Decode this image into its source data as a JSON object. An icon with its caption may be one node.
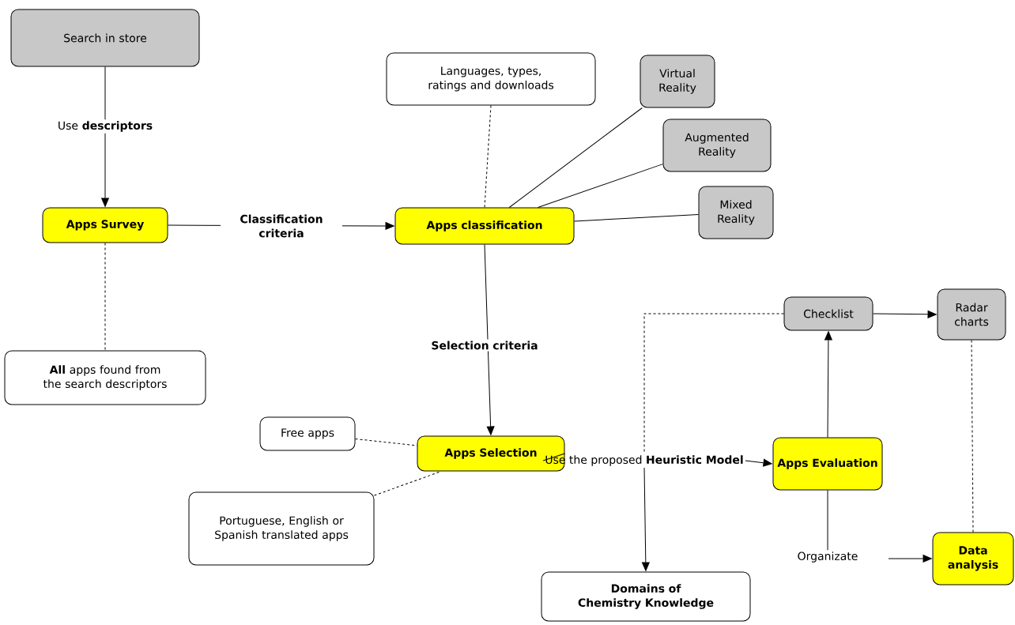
{
  "diagram": {
    "nodes": [
      {
        "text": [
          "Search in store"
        ]
      },
      {
        "text": [
          "Apps Survey"
        ]
      },
      {
        "text": [
          "**All** apps found from the search descriptors"
        ]
      },
      {
        "text": [
          "Languages, types, ratings and downloads"
        ]
      },
      {
        "text": [
          "Virtual Reality"
        ]
      },
      {
        "text": [
          "Augmented Reality"
        ]
      },
      {
        "text": [
          "Mixed Reality"
        ]
      },
      {
        "text": [
          "Apps classification"
        ]
      },
      {
        "text": [
          "Free apps"
        ]
      },
      {
        "text": [
          "Apps Selection"
        ]
      },
      {
        "text": [
          "Portuguese, English or Spanish translated apps"
        ]
      },
      {
        "text": [
          "Checklist"
        ]
      },
      {
        "text": [
          "Radar charts"
        ]
      },
      {
        "text": [
          "Use the proposed **Heuristic Model**"
        ]
      },
      {
        "text": [
          "Apps Evaluation"
        ]
      },
      {
        "text": [
          "Data analysis"
        ]
      },
      {
        "text": [
          "Domains of Chemistry Knowledge"
        ]
      }
    ],
    "edges": [
      {
        "from": 0,
        "to": 1,
        "arrow": "to",
        "label": "Use **descriptors**"
      },
      {
        "from": 1,
        "to": 7,
        "arrow": "to",
        "label": "Classification criteria"
      },
      {
        "from": 1,
        "to": 2,
        "arrow": "none",
        "style": "dashed"
      },
      {
        "from": 3,
        "to": 7,
        "arrow": "none",
        "style": "dashed"
      },
      {
        "from": 7,
        "to": 4,
        "arrow": "none"
      },
      {
        "from": 7,
        "to": 5,
        "arrow": "none"
      },
      {
        "from": 7,
        "to": 6,
        "arrow": "none"
      },
      {
        "from": 7,
        "to": 9,
        "arrow": "to",
        "label": "Selection criteria"
      },
      {
        "from": 8,
        "to": 9,
        "arrow": "none",
        "style": "dashed"
      },
      {
        "from": 10,
        "to": 9,
        "arrow": "none",
        "style": "dashed"
      },
      {
        "from": 9,
        "to": 13,
        "arrow": "none"
      },
      {
        "from": 13,
        "to": 14,
        "arrow": "to"
      },
      {
        "from": 13,
        "to": 16,
        "arrow": "to"
      },
      {
        "from": 11,
        "to": 13,
        "arrow": "none",
        "style": "dashed"
      },
      {
        "from": 14,
        "to": 11,
        "arrow": "to"
      },
      {
        "from": 11,
        "to": 12,
        "arrow": "to"
      },
      {
        "from": 12,
        "to": 15,
        "arrow": "none",
        "style": "dashed"
      },
      {
        "from": 14,
        "to": 15,
        "arrow": "to",
        "label": "Organizate"
      }
    ]
  }
}
